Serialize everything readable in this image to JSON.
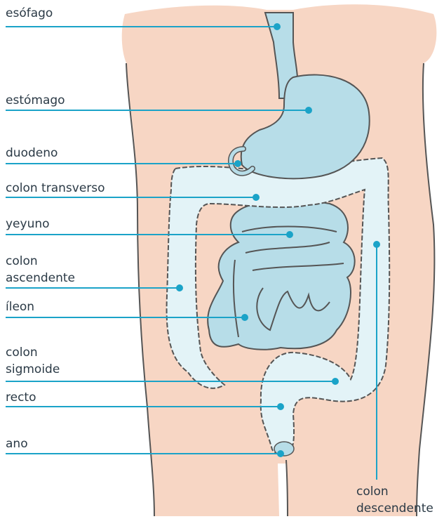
{
  "diagram": {
    "colors": {
      "skin": "#f7d6c4",
      "outline": "#555555",
      "organ_fill": "#b7dde8",
      "colon_fill": "#e3f3f7",
      "leader": "#1ba3c8"
    },
    "labels": {
      "esofago": "esófago",
      "estomago": "estómago",
      "duodeno": "duodeno",
      "colon_transverso": "colon transverso",
      "yeyuno": "yeyuno",
      "colon_ascendente_1": "colon",
      "colon_ascendente_2": "ascendente",
      "ileon": "íleon",
      "colon_sigmoide_1": "colon",
      "colon_sigmoide_2": "sigmoide",
      "recto": "recto",
      "ano": "ano",
      "colon_descendente_1": "colon",
      "colon_descendente_2": "descendente"
    }
  }
}
